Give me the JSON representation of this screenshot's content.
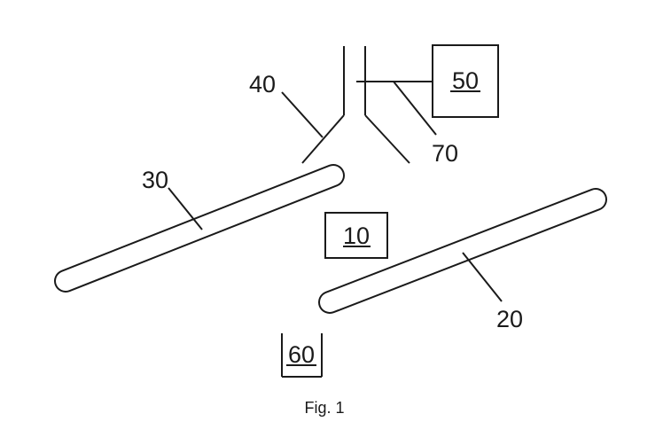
{
  "figure": {
    "caption": "Fig. 1",
    "labels": {
      "ref_10": "10",
      "ref_20": "20",
      "ref_30": "30",
      "ref_40": "40",
      "ref_50": "50",
      "ref_60": "60",
      "ref_70": "70"
    }
  }
}
